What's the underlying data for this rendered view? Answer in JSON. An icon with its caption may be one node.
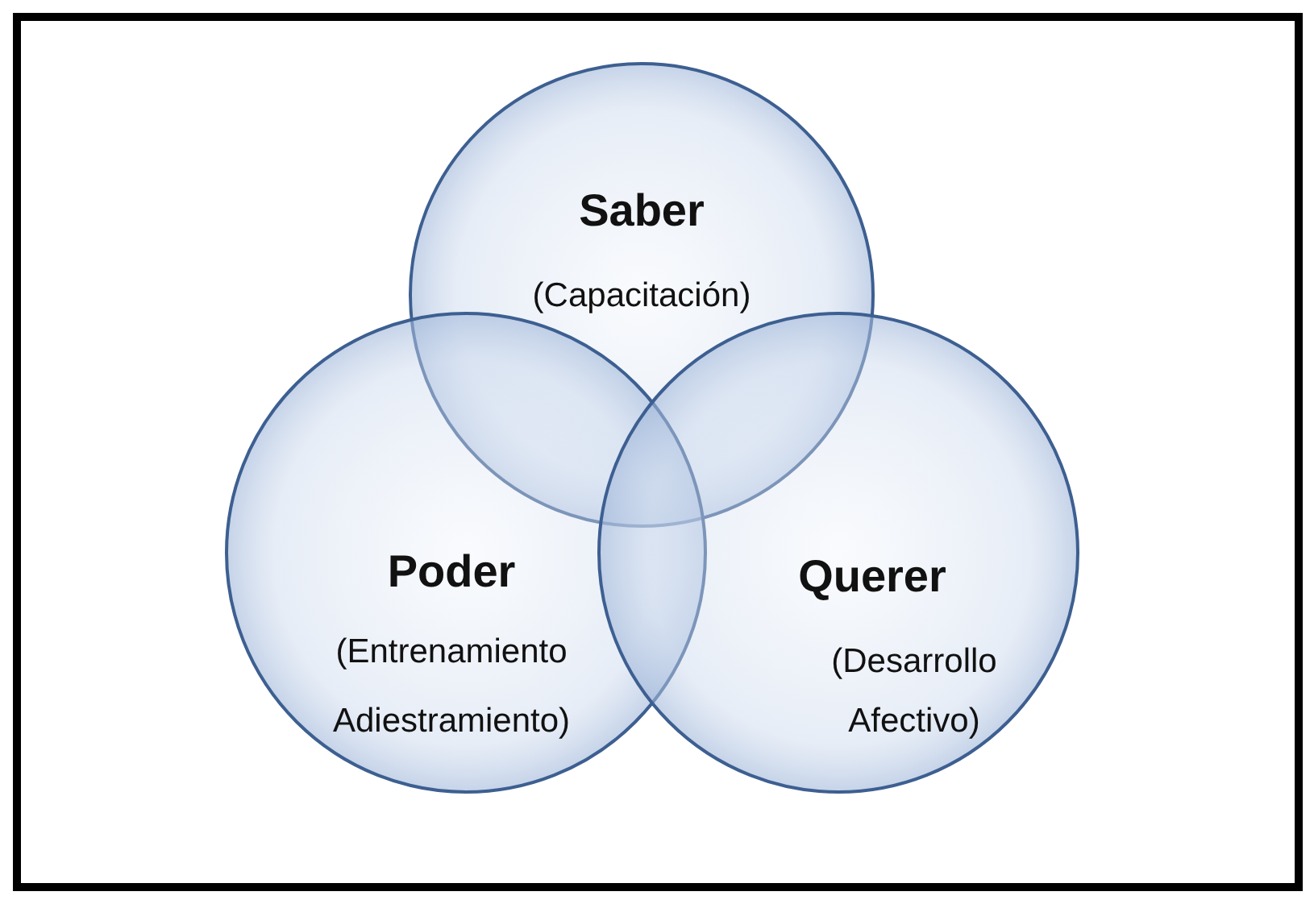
{
  "diagram": {
    "nodes": [
      {
        "text": [
          "Saber",
          "(Capacitación)"
        ]
      },
      {
        "text": [
          "Poder",
          "(Entrenamiento Adiestramiento)"
        ]
      },
      {
        "text": [
          "Querer",
          "(Desarrollo Afectivo)"
        ]
      }
    ]
  }
}
